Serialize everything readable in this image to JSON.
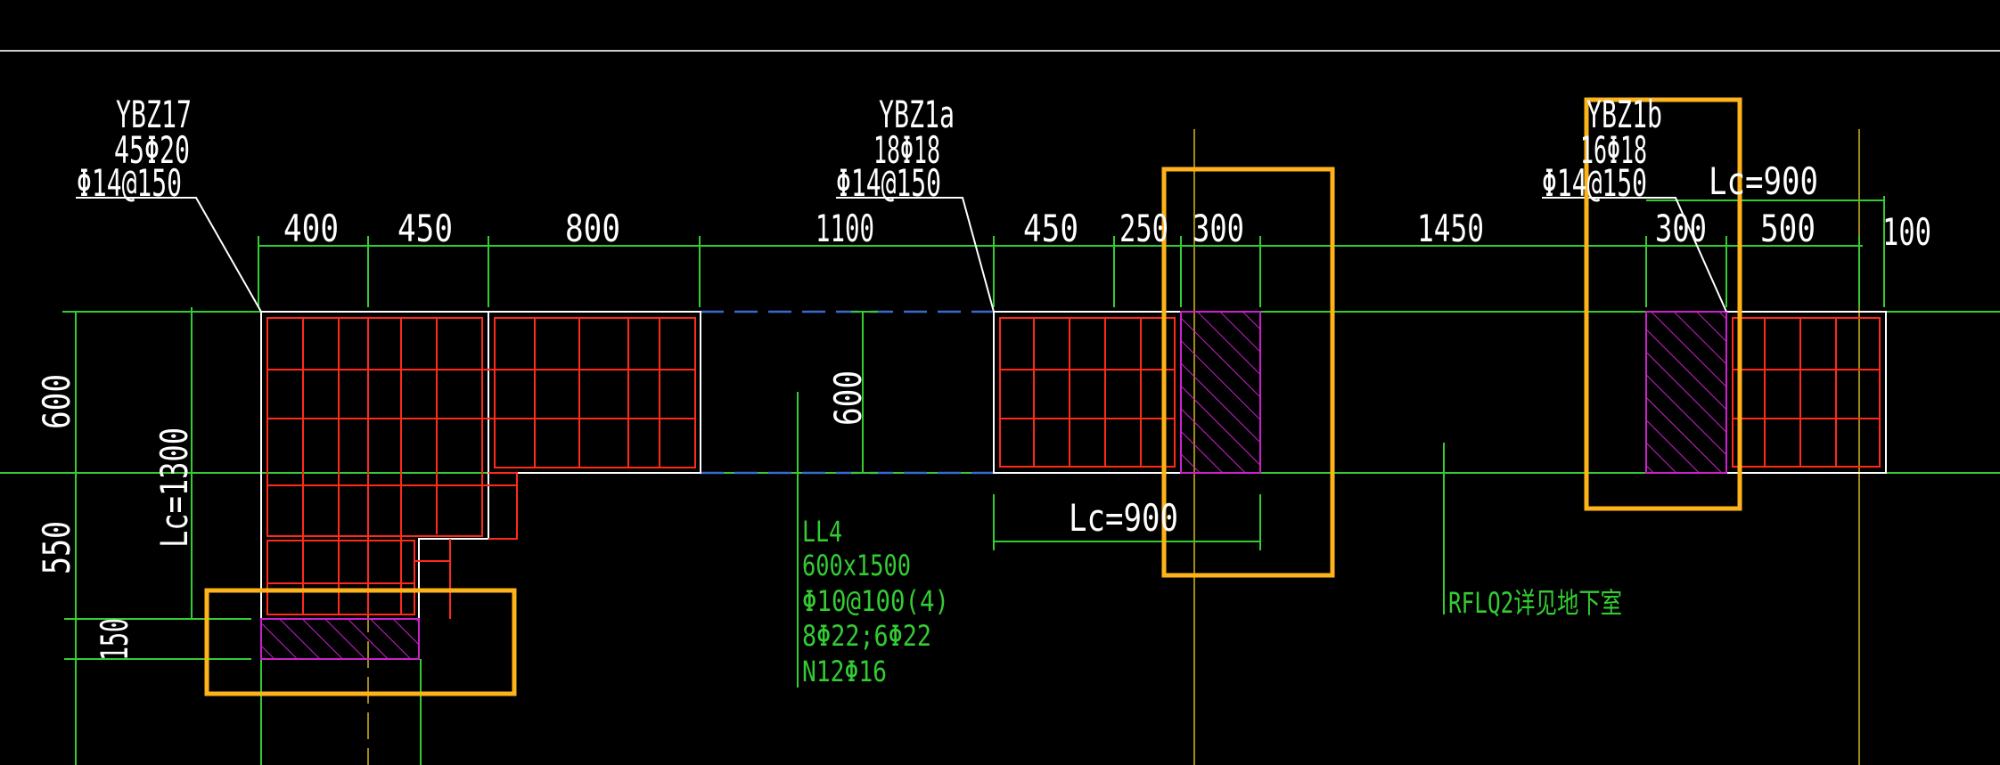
{
  "wall_columns": {
    "ybz17": {
      "name": "YBZ17",
      "rebar": "45Φ20",
      "stirrup": "Φ14@150"
    },
    "ybz1a": {
      "name": "YBZ1a",
      "rebar": "18Φ18",
      "stirrup": "Φ14@150"
    },
    "ybz1b": {
      "name": "YBZ1b",
      "rebar": "16Φ18",
      "stirrup": "Φ14@150"
    }
  },
  "dimensions_top": {
    "d400": "400",
    "d450a": "450",
    "d800": "800",
    "d1100": "1100",
    "d450b": "450",
    "d250": "250",
    "d300a": "300",
    "d1450": "1450",
    "d300b": "300",
    "d500": "500",
    "d100": "100"
  },
  "dimensions_left": {
    "d600": "600",
    "lc1300": "Lc=1300",
    "d550": "550",
    "d150": "150"
  },
  "dimension_opening": "600",
  "lc_labels": {
    "middle": "Lc=900",
    "right": "Lc=900"
  },
  "beam_ll4": {
    "name": "LL4",
    "size": "600x1500",
    "stirrup": "Φ10@100(4)",
    "main_bars": "8Φ22;6Φ22",
    "side_bars": "N12Φ16"
  },
  "wall_note": "RFLQ2详见地下室",
  "colors": {
    "background": "#000000",
    "outline": "#ffffff",
    "dimension": "#33cc33",
    "rebar": "#ff2a1a",
    "hatch": "#cc22cc",
    "axis": "#a08a18",
    "highlight": "#ffb31a",
    "dashed_beam": "#3a6acc"
  }
}
